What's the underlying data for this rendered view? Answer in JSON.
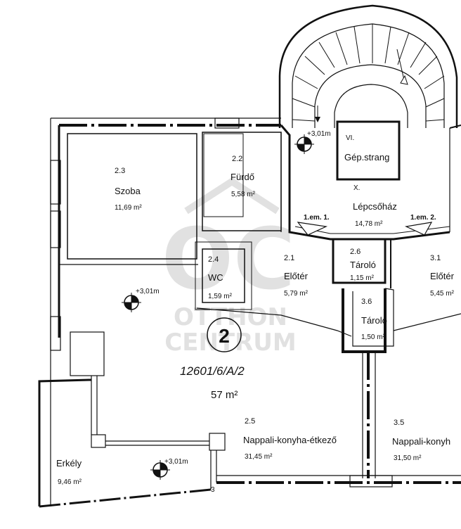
{
  "rooms": {
    "szoba": {
      "num": "2.3",
      "name": "Szoba",
      "area": "11,69 m²"
    },
    "furdo": {
      "num": "2.2",
      "name": "Fürdő",
      "area": "5,58 m²"
    },
    "wc": {
      "num": "2.4",
      "name": "WC",
      "area": "1,59 m²"
    },
    "eloter_21": {
      "num": "2.1",
      "name": "Előtér",
      "area": "5,79 m²"
    },
    "tarolo_26": {
      "num": "2.6",
      "name": "Tároló",
      "area": "1,15 m²"
    },
    "tarolo_36": {
      "num": "3.6",
      "name": "Tároló",
      "area": "1,50 m²"
    },
    "eloter_31": {
      "num": "3.1",
      "name": "Előtér",
      "area": "5,45 m²"
    },
    "lepcsohaz": {
      "name": "Lépcsőház",
      "area": "14,78 m²"
    },
    "nappali_25": {
      "num": "2.5",
      "name": "Nappali-konyha-étkező",
      "area": "31,45 m²"
    },
    "nappali_35": {
      "num": "3.5",
      "name": "Nappali-konyh",
      "area": "31,50 m²"
    },
    "erkely": {
      "name": "Erkély",
      "area": "9,46 m²"
    }
  },
  "stair_labels": {
    "left": "1.em. 1.",
    "right": "1.em. 2.",
    "roman_top": "VI.",
    "roman_bottom": "X.",
    "shaft": "Gép.strang"
  },
  "levels": {
    "top": "+3,01m",
    "middle": "+3,01m",
    "balcony": "+3,01m"
  },
  "apartment": {
    "number": "2",
    "id": "12601/6/A/2",
    "area": "57 m²"
  },
  "corner_mark": "3",
  "watermark": {
    "logo": "OC",
    "line1": "OTTHON",
    "line2": "CENTRUM"
  }
}
